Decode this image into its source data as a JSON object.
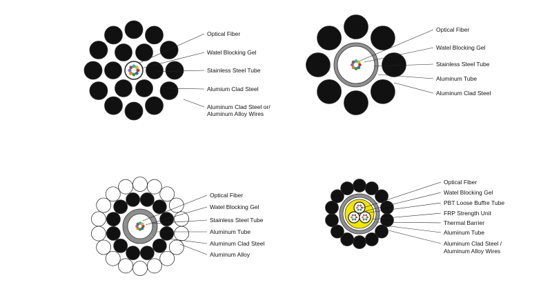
{
  "colors": {
    "wire_dark": "#111111",
    "wire_outline": "#333333",
    "aluminum_gray": "#8f8f8f",
    "steel_tube_gray": "#c9c9c9",
    "frp_yellow": "#f2e600",
    "leader_line": "#222222"
  },
  "fiber_colors": [
    "#d62728",
    "#1f77b4",
    "#2ca02c",
    "#ff7f0e",
    "#9467bd",
    "#8c564b",
    "#17becf",
    "#e6c200",
    "#7f7f7f",
    "#111111",
    "#e377c2",
    "#bcbd22"
  ],
  "diagrams": [
    {
      "id": "tl",
      "labels": [
        [
          "Optical Fiber"
        ],
        [
          "Watel Blocking Gel"
        ],
        [
          "Stainless Steel Tube"
        ],
        [
          "Alumium Clad Steel"
        ],
        [
          "Aluminum Clad Steel or/",
          "Aluminum Alloy Wires"
        ]
      ]
    },
    {
      "id": "tr",
      "labels": [
        [
          "Optical Fiber"
        ],
        [
          "Watel Blocking Gel"
        ],
        [
          "Stainless Steel Tube"
        ],
        [
          "Aluminum Tube"
        ],
        [
          "Aluminum Clad Steel"
        ]
      ]
    },
    {
      "id": "bl",
      "labels": [
        [
          "Optical Fiber"
        ],
        [
          "Watel Blocking Gel"
        ],
        [
          "Stainless Steel Tube"
        ],
        [
          "Aluminum Tube"
        ],
        [
          "Aluminum Clad Steel"
        ],
        [
          "Aluminum Alloy"
        ]
      ]
    },
    {
      "id": "br",
      "labels": [
        [
          "Optical Fiber"
        ],
        [
          "Watel Blocking Gel"
        ],
        [
          "PBT Loose Buffre Tube"
        ],
        [
          "FRP Strength Unit"
        ],
        [
          "Thermal Barrier"
        ],
        [
          "Aluminum Tube"
        ],
        [
          "Aluminum Clad Steel /",
          "Aluminum Alloy Wires"
        ]
      ]
    }
  ]
}
